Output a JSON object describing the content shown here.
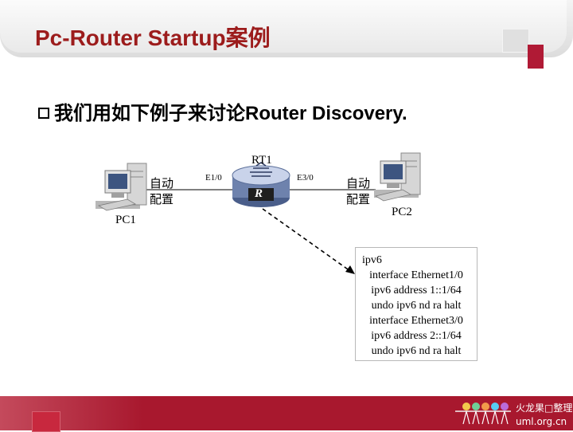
{
  "slide": {
    "title": "Pc-Router Startup案例",
    "bullet": "我们用如下例子来讨论Router Discovery."
  },
  "diagram": {
    "router_label": "RT1",
    "router_letter": "R",
    "pc1_label": "PC1",
    "pc2_label": "PC2",
    "left_port": "E1/0",
    "right_port": "E3/0",
    "left_auto_line1": "自动",
    "left_auto_line2": "配置",
    "right_auto_line1": "自动",
    "right_auto_line2": "配置"
  },
  "config": [
    "ipv6",
    "interface Ethernet1/0",
    "ipv6 address 1::1/64",
    "undo ipv6 nd ra halt",
    "interface Ethernet3/0",
    "ipv6 address 2::1/64",
    "undo ipv6 nd ra halt"
  ],
  "footer": {
    "brand_line1": "火龙果□整理",
    "brand_line2": "uml.org.cn"
  },
  "colors": {
    "title": "#9c1c1c",
    "footer": "#a8182e",
    "accent_square": "#b01a35"
  }
}
